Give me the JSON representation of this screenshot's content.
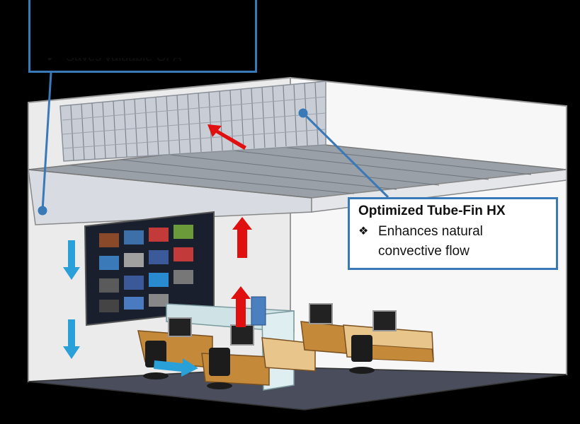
{
  "callouts": {
    "hx": {
      "title": "Optimized Tube-Fin HX",
      "bullet_marker": "❖",
      "bullet_line1": "Enhances natural",
      "bullet_line2": "convective flow"
    },
    "gfa": {
      "bullet_marker": "❖",
      "text": "Saves valuable GFA"
    }
  },
  "colors": {
    "callout_border": "#3a79b7",
    "warm_arrow": "#e01010",
    "cool_arrow": "#2aa0d8",
    "room_wall": "#f2f2f2",
    "floor": "#4a4e5c"
  },
  "arrows": {
    "warm_count": 3,
    "cool_count": 3
  }
}
